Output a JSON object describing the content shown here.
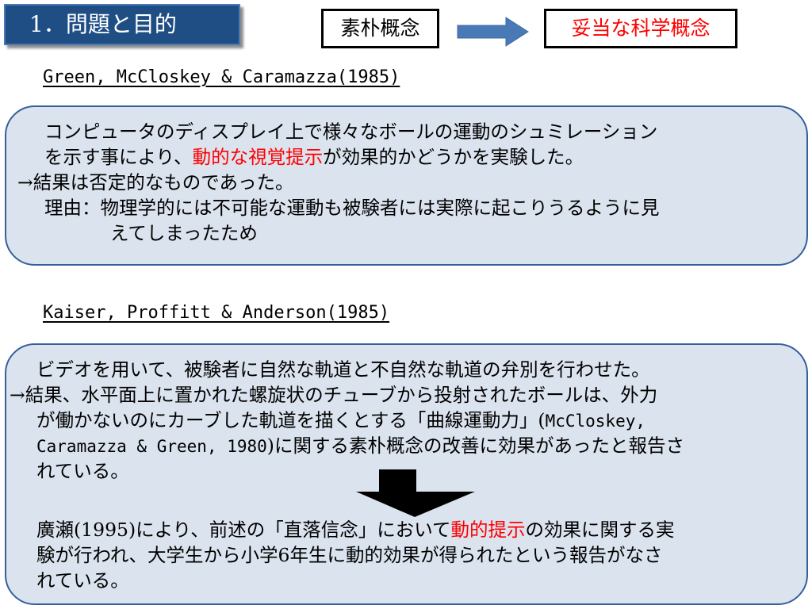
{
  "header": {
    "title": "1．問題と目的",
    "concept_left": "素朴概念",
    "concept_right": "妥当な科学概念"
  },
  "colors": {
    "title_bg": "#1f4e85",
    "panel_bg": "#dbe3ee",
    "panel_border": "#35609a",
    "arrow": "#4a7ab5",
    "highlight": "#ff0000"
  },
  "section1": {
    "reference": "Green, McCloskey & Caramazza(1985)",
    "lines": {
      "l1": "コンピュータのディスプレイ上で様々なボールの運動のシュミレーション",
      "l2_a": "を示す事により、",
      "l2_highlight": "動的な視覚提示",
      "l2_b": "が効果的かどうかを実験した。",
      "l3": "→結果は否定的なものであった。",
      "l4": "理由：物理学的には不可能な運動も被験者には実際に起こりうるように見",
      "l5": "えてしまったため"
    }
  },
  "section2": {
    "reference": "Kaiser, Proffitt & Anderson(1985)",
    "lines": {
      "l1": "ビデオを用いて、被験者に自然な軌道と不自然な軌道の弁別を行わせた。",
      "l2": "→結果、水平面上に置かれた螺旋状のチューブから投射されたボールは、外力",
      "l3_a": "が働かないのにカーブした軌道を描くとする「曲線運動力」(",
      "l3_b": "McCloskey,",
      "l4_a": "Caramazza & Green, 1980",
      "l4_b": ")に関する素朴概念の改善に効果があったと報告さ",
      "l5": "れている。",
      "l6_a": "廣瀬(1995)により、前述の「直落信念」において",
      "l6_highlight": "動的提示",
      "l6_b": "の効果に関する実",
      "l7": "験が行われ、大学生から小学6年生に動的効果が得られたという報告がなさ",
      "l8": "れている。"
    }
  }
}
